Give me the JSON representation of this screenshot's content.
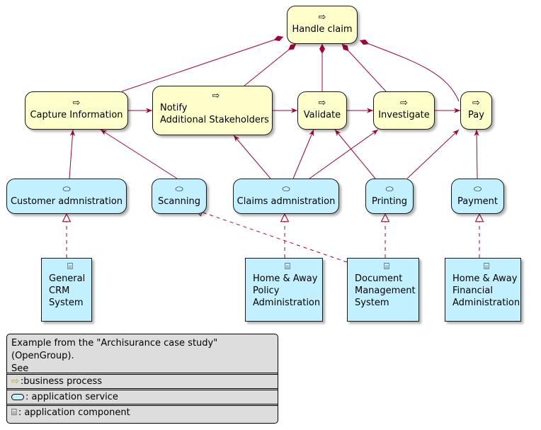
{
  "colors": {
    "business_process": "#FFFFCC",
    "application": "#C2F0FF",
    "edge": "#A80036",
    "legend_bg": "#DDDDDD"
  },
  "processes": {
    "handle_claim": {
      "label": "Handle claim",
      "icon": "process-arrow-icon"
    },
    "capture": {
      "label": "Capture Information",
      "icon": "process-arrow-icon"
    },
    "notify": {
      "line1": "Notify",
      "line2": "Additional Stakeholders",
      "icon": "process-arrow-icon"
    },
    "validate": {
      "label": "Validate",
      "icon": "process-arrow-icon"
    },
    "investigate": {
      "label": "Investigate",
      "icon": "process-arrow-icon"
    },
    "pay": {
      "label": "Pay",
      "icon": "process-arrow-icon"
    }
  },
  "services": {
    "customer": {
      "label": "Customer admnistration",
      "icon": "service-pill-icon"
    },
    "scanning": {
      "label": "Scanning",
      "icon": "service-pill-icon"
    },
    "claims": {
      "label": "Claims admnistration",
      "icon": "service-pill-icon"
    },
    "printing": {
      "label": "Printing",
      "icon": "service-pill-icon"
    },
    "payment": {
      "label": "Payment",
      "icon": "service-pill-icon"
    }
  },
  "components": {
    "crm": {
      "lines": [
        "General",
        "CRM",
        "System"
      ],
      "icon": "component-icon"
    },
    "policy": {
      "lines": [
        "Home & Away",
        "Policy",
        "Administration"
      ],
      "icon": "component-icon"
    },
    "docmgmt": {
      "lines": [
        "Document",
        "Management",
        "System"
      ],
      "icon": "component-icon"
    },
    "financial": {
      "lines": [
        "Home & Away",
        "Financial",
        "Administration"
      ],
      "icon": "component-icon"
    }
  },
  "legend": {
    "line1": "Example from the \"Archisurance case study\" (OpenGroup).",
    "line2": "See",
    "process": ":business process",
    "service": ": application service",
    "component": ": application component"
  }
}
